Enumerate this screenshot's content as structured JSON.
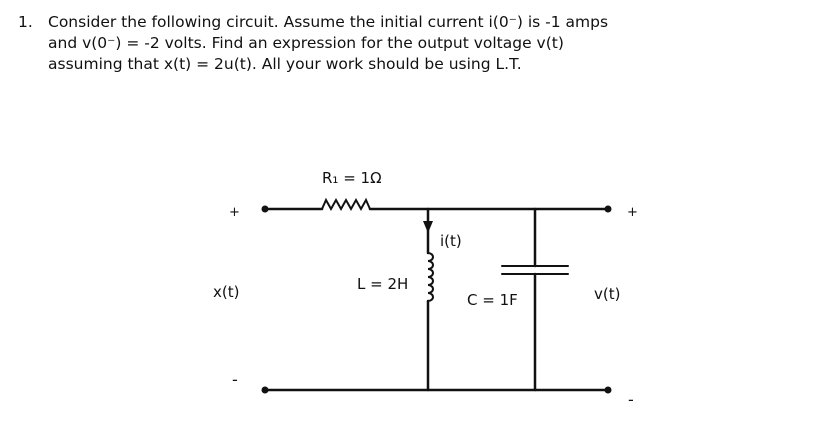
{
  "problem": {
    "number": "1.",
    "line1": "Consider the following circuit. Assume the initial current i(0⁻) is -1 amps",
    "line2": "and v(0⁻)  =  -2 volts. Find an expression for the output voltage v(t)",
    "line3": "assuming that x(t) = 2u(t). All your work should be using L.T."
  },
  "circuit": {
    "resistor_label": "R₁ = 1Ω",
    "inductor_label": "L = 2H",
    "capacitor_label": "C = 1F",
    "current_label": "i(t)",
    "input_label": "x(t)",
    "output_label": "v(t)",
    "plus_sign": "+",
    "minus_sign": "-"
  }
}
